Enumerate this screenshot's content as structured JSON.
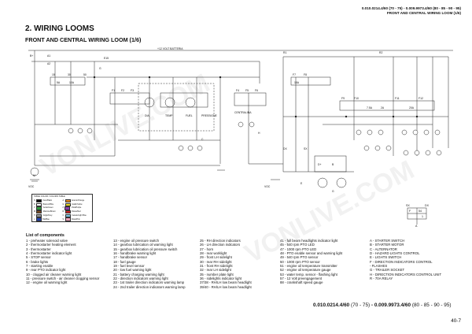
{
  "header": {
    "code_line": "0.010.0214.4/60  (70 - 75)  - 0.009.9973.4/60  (80 - 85 - 90 - 95)",
    "subtitle": "FRONT AND CENTRAL WIRING LOOM (1/6)"
  },
  "section_title": "2. WIRING LOOMS",
  "page_subtitle": "FRONT AND CENTRAL WIRING LOOM (1/6)",
  "diagram": {
    "battery_label": "+12 VOLT BATTERIA",
    "labels": [
      "B+",
      "A1",
      "A2",
      "E15",
      "15",
      "30",
      "50",
      "G",
      "R1",
      "R2",
      "F1",
      "F2",
      "F3",
      "F4",
      "F5",
      "F6",
      "F7",
      "F8",
      "F9",
      "F10",
      "F11",
      "F12",
      "DIA",
      "TEMP",
      "FUEL",
      "PRESSIONE",
      "CENTRALINA",
      "M",
      "VOC",
      "VOC",
      "H",
      "5A",
      "10A",
      "15A",
      "20A",
      "7.5A",
      "2A",
      "DX",
      "SX",
      "D+",
      "B",
      "G",
      "C",
      "E"
    ],
    "ref_labels": [
      "SX",
      "DX",
      "F",
      "54",
      "1",
      "A"
    ]
  },
  "legend": {
    "title": "TABLE COLOR / COLORS TABLE",
    "items": [
      {
        "code": "N",
        "name": "Nero/Black",
        "color": "#111111"
      },
      {
        "code": "A",
        "name": "Arancio/Orange",
        "color": "#e88a20"
      },
      {
        "code": "B",
        "name": "Bianco/White",
        "color": "#ffffff"
      },
      {
        "code": "G",
        "name": "Giallo/Yellow",
        "color": "#e8d820"
      },
      {
        "code": "V",
        "name": "Verde/Green",
        "color": "#2f9a3c"
      },
      {
        "code": "Z",
        "name": "Viola/Purple",
        "color": "#8a3ea8"
      },
      {
        "code": "M",
        "name": "Marrone/Brown",
        "color": "#7a4a20"
      },
      {
        "code": "R",
        "name": "Rosso/Red",
        "color": "#d02020"
      },
      {
        "code": "H",
        "name": "Grigio/Grey",
        "color": "#999999"
      },
      {
        "code": "C",
        "name": "Celeste/Light Blue",
        "color": "#7ec8e8"
      },
      {
        "code": "L",
        "name": "Blu/Blue",
        "color": "#2040b0"
      },
      {
        "code": "S",
        "name": "Rosa/Pink",
        "color": "#f0a0b8"
      }
    ]
  },
  "components": {
    "title": "List of components",
    "col1": [
      "1 - preheater solenoid valve",
      "2 - thermostarter heating element",
      "3 - thermostarter",
      "4 - thermostarter indicator light",
      "5 - STOP sensor",
      "6 - brake lights",
      "7 - starting enable",
      "9 - rear PTO indicator light",
      "10 - clogged air cleaner warning light",
      "11 - pressure switch - air cleaner clogging sensor",
      "12 - engine oil warning light"
    ],
    "col2": [
      "13 - engine oil pressure switch",
      "14 - gearbox lubrication oil warning light",
      "15 - gearbox lubrication oil pressure switch",
      "16 - handbrake warning light",
      "17 - handbrake sensor",
      "18 - fuel gauge",
      "19 - fuel level sensor",
      "20 - low fuel warning light",
      "21 - battery charging warning light",
      "22 - direction indicators warning light",
      "23 - 1st trailer direction indicators warning lamp",
      "24 - 2nd trailer direction indicators warning lamp"
    ],
    "col3": [
      "25 - RH direction indicators",
      "26 - LH direction indicators",
      "27 - horn",
      "28 - rear worklight",
      "29 - front LH sidelight",
      "30 - rear RH sidelight",
      "31 - front RH sidelight",
      "32 - rear LH sidelight",
      "35 - number plate light",
      "36 - sidelights indicator light",
      "37/38 - RH/LH low beam headlight",
      "39/40 - RH/LH low beam headlight"
    ],
    "col4": [
      "41 - full beam headlights indicator light",
      "45 - 540 rpm PTO LED",
      "47 - 1000 rpm PTO LED",
      "48 - PTO enable sensor and warning light",
      "49 - 540 rpm PTO sensor",
      "50 - 1000 rpm PTO sensor",
      "51 - engine oil temperature transmitter",
      "52 - engine oil temperature gauge",
      "53 - water temp. sensor - flashing light",
      "57 - 12 Volt preengagement",
      "88 - crankshaft speed gauge"
    ],
    "col5": [
      "A - STARTER SWITCH",
      "B - STARTER MOTOR",
      "C - ALTERNATOR",
      "D - HAZARD LIGHTS CONTROL",
      "E - LIGHTS SWITCH",
      "F - DIRECTION INDICATORS CONTROL",
      "   - FLASHES",
      "G - TRAILER SOCKET",
      "H - DIRECTION INDICATORS CONTROL UNIT",
      "R - 70A RELAY"
    ]
  },
  "footer": {
    "code_main": "0.010.0214.4/60",
    "code_main_sub": "(70 - 75)",
    "code_sep": " - ",
    "code_alt": "0.009.9973.4/60",
    "code_alt_sub": "(80 - 85 - 90 - 95)",
    "page": "40-7"
  }
}
